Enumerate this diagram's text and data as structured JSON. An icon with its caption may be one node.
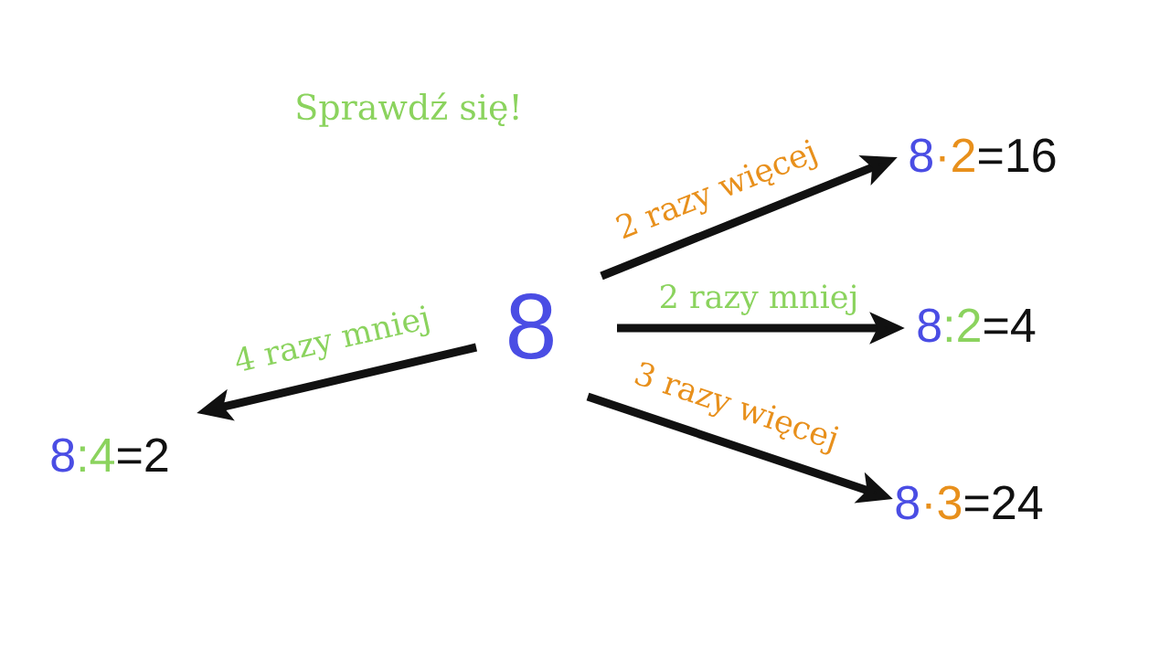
{
  "diagram": {
    "title": "Sprawdź się!",
    "nodes": [
      {
        "text": [
          "8"
        ]
      },
      {
        "text": [
          "8",
          "·2",
          "=16"
        ]
      },
      {
        "text": [
          "8",
          ":2",
          "=4"
        ]
      },
      {
        "text": [
          "8",
          "·3",
          "=24"
        ]
      },
      {
        "text": [
          "8",
          ":4",
          "=2"
        ]
      }
    ],
    "edges": [
      {
        "from": 0,
        "to": 1,
        "arrow": "to",
        "label": "2 razy więcej"
      },
      {
        "from": 0,
        "to": 2,
        "arrow": "to",
        "label": "2 razy mniej"
      },
      {
        "from": 0,
        "to": 3,
        "arrow": "to",
        "label": "3 razy więcej"
      },
      {
        "from": 0,
        "to": 4,
        "arrow": "to",
        "label": "4 razy mniej"
      }
    ]
  }
}
